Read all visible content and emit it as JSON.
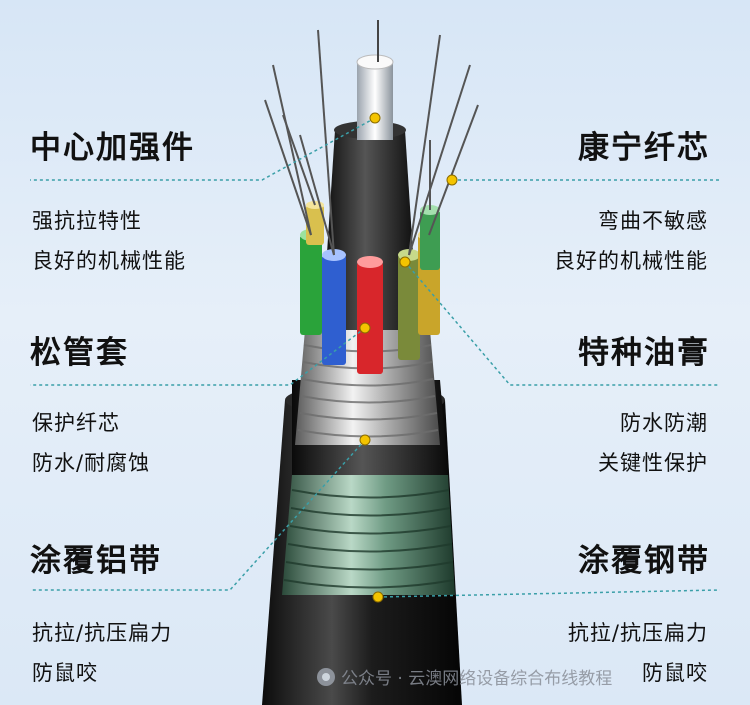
{
  "labels": {
    "strength_member": {
      "title": "中心加强件",
      "line1": "强抗拉特性",
      "line2": "良好的机械性能"
    },
    "fiber": {
      "title": "康宁纤芯",
      "line1": "弯曲不敏感",
      "line2": "良好的机械性能"
    },
    "loose_tube": {
      "title": "松管套",
      "line1": "保护纤芯",
      "line2": "防水/耐腐蚀"
    },
    "gel": {
      "title": "特种油膏",
      "line1": "防水防潮",
      "line2": "关键性保护"
    },
    "aluminum_tape": {
      "title": "涂覆铝带",
      "line1": "抗拉/抗压扁力",
      "line2": "防鼠咬"
    },
    "steel_tape": {
      "title": "涂覆钢带",
      "line1": "抗拉/抗压扁力",
      "line2": "防鼠咬"
    }
  },
  "watermark": {
    "text": "公众号 · 云澳网络设备综合布线教程",
    "icon": "wechat-icon"
  },
  "colors": {
    "background": "#dce9f7",
    "callout_line": "#3a9fa8",
    "callout_dot": "#f4c400",
    "jacket": "#1a1a1a",
    "tube_colors": [
      "#2aa33a",
      "#2f5fd0",
      "#d8262b",
      "#c9a52a",
      "#6aa84f",
      "#e0c060"
    ]
  }
}
